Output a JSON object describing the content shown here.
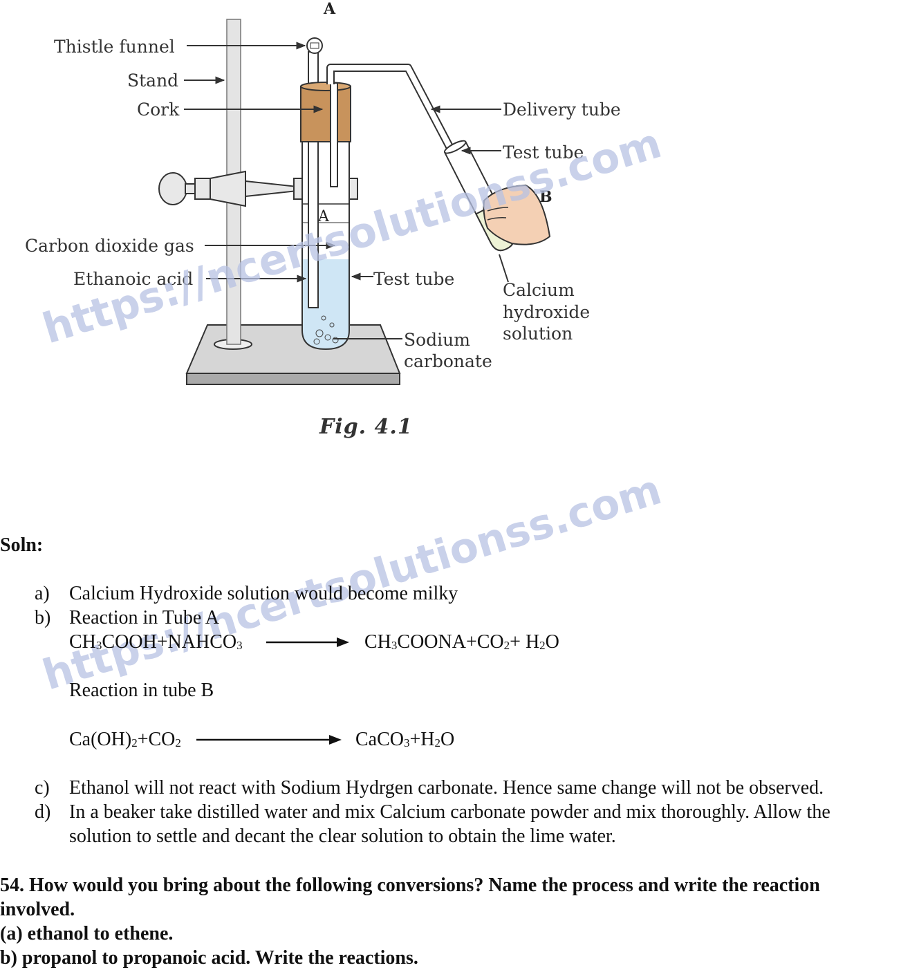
{
  "figure": {
    "labels": {
      "top_A": "A",
      "thistle_funnel": "Thistle funnel",
      "stand": "Stand",
      "cork": "Cork",
      "co2_gas": "Carbon dioxide gas",
      "ethanoic_acid": "Ethanoic acid",
      "test_tube_a": "Test tube",
      "sodium": "Sodium",
      "carbonate": "carbonate",
      "delivery_tube": "Delivery tube",
      "test_tube_b": "Test tube",
      "label_B": "B",
      "calcium": "Calcium",
      "hydroxide": "hydroxide",
      "solution": "solution",
      "inner_A": "A"
    },
    "caption": "Fig. 4.1",
    "watermark": "https://ncertsolutionss.com",
    "colors": {
      "cork": "#c8935c",
      "liquid": "#cfe6f5",
      "lime": "#eef3d6",
      "hand": "#f4d0b4"
    }
  },
  "solution": {
    "heading": "Soln:",
    "a": {
      "marker": "a)",
      "text": "Calcium Hydroxide solution would become milky"
    },
    "b": {
      "marker": "b)",
      "title_a": "Reaction in Tube A",
      "eq_a_lhs": [
        "CH",
        "3",
        "COOH+NAHCO",
        "3"
      ],
      "eq_a_rhs": [
        "CH",
        "3",
        "COONA+CO",
        "2",
        "+ H",
        "2",
        "O"
      ],
      "title_b": "Reaction in tube B",
      "eq_b_lhs": [
        "Ca(OH)",
        "2",
        "+CO",
        "2"
      ],
      "eq_b_rhs": [
        "CaCO",
        "3",
        "+H",
        "2",
        "O"
      ]
    },
    "c": {
      "marker": "c)",
      "text": "Ethanol will not react with Sodium Hydrgen carbonate. Hence same change will not be observed."
    },
    "d": {
      "marker": "d)",
      "line1": "In a beaker take distilled water and mix Calcium carbonate powder and mix thoroughly. Allow the",
      "line2": "solution to settle and decant the clear  solution to obtain the lime water."
    }
  },
  "question": {
    "line1": "54. How would you bring about the following conversions? Name the process and write the reaction",
    "line2": "involved.",
    "a": "(a) ethanol to ethene.",
    "b": "b) propanol to propanoic acid. Write the reactions."
  }
}
